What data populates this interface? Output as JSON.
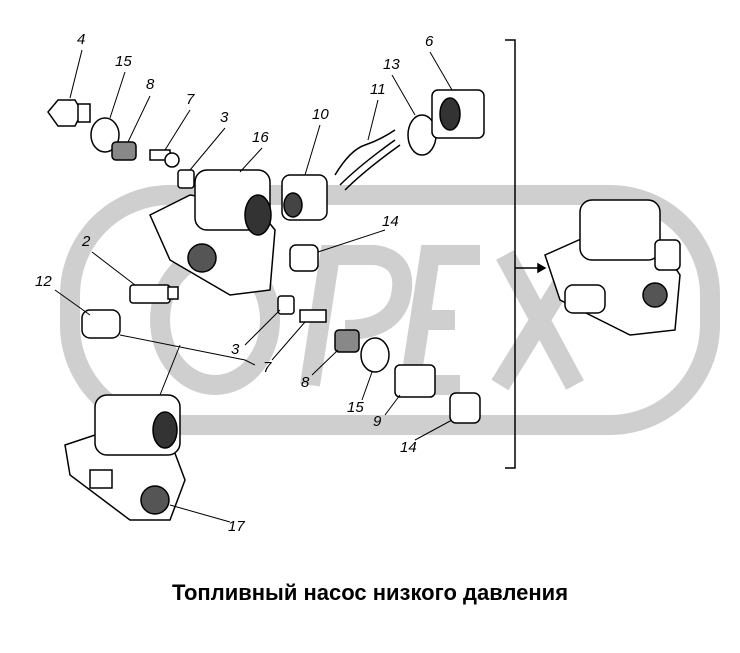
{
  "title": "Топливный насос низкого давления",
  "watermark": "OPEX",
  "callouts": [
    {
      "id": "c4a",
      "text": "4"
    },
    {
      "id": "c15a",
      "text": "15"
    },
    {
      "id": "c8a",
      "text": "8"
    },
    {
      "id": "c7a",
      "text": "7"
    },
    {
      "id": "c3a",
      "text": "3"
    },
    {
      "id": "c16",
      "text": "16"
    },
    {
      "id": "c10",
      "text": "10"
    },
    {
      "id": "c11",
      "text": "11"
    },
    {
      "id": "c13",
      "text": "13"
    },
    {
      "id": "c6",
      "text": "6"
    },
    {
      "id": "c14a",
      "text": "14"
    },
    {
      "id": "c2",
      "text": "2"
    },
    {
      "id": "c12",
      "text": "12"
    },
    {
      "id": "c3b",
      "text": "3"
    },
    {
      "id": "c7b",
      "text": "7"
    },
    {
      "id": "c8b",
      "text": "8"
    },
    {
      "id": "c15b",
      "text": "15"
    },
    {
      "id": "c9",
      "text": "9"
    },
    {
      "id": "c14b",
      "text": "14"
    },
    {
      "id": "c17",
      "text": "17"
    }
  ]
}
